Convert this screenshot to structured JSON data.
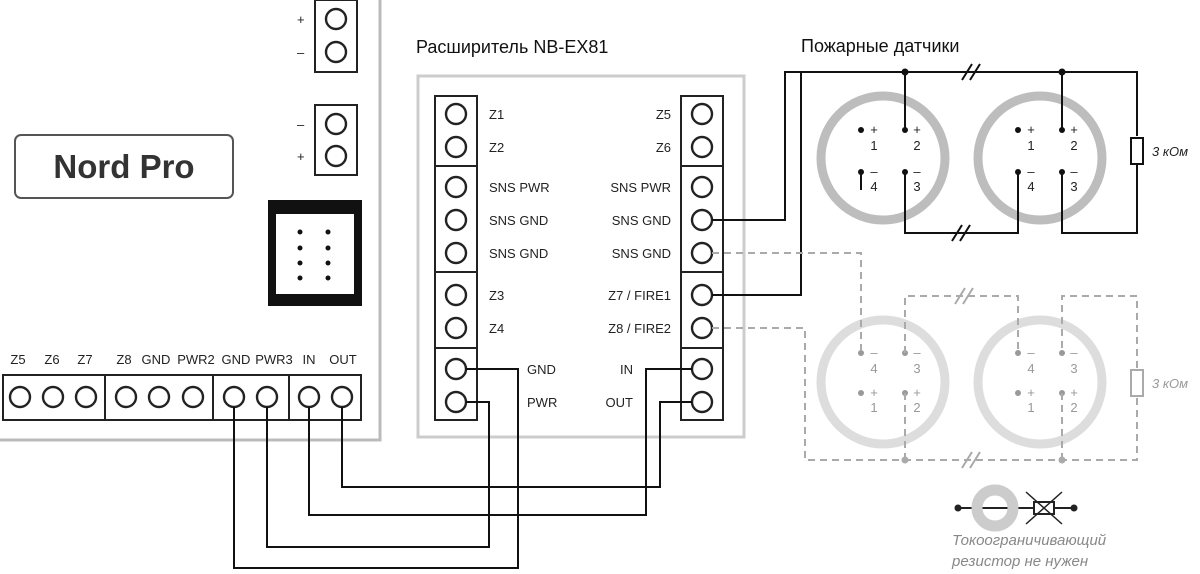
{
  "title_extender": "Расширитель NB-EX81",
  "title_sensors": "Пожарные датчики",
  "controller_logo": "Nord Pro",
  "top_terminals": {
    "pair1": [
      "+",
      "–"
    ],
    "pair2": [
      "–",
      "+"
    ]
  },
  "controller_labels": [
    "Z5",
    "Z6",
    "Z7",
    "Z8",
    "GND",
    "PWR2",
    "GND",
    "PWR3",
    "IN",
    "OUT"
  ],
  "extender_left": [
    "Z1",
    "Z2",
    "SNS PWR",
    "SNS GND",
    "SNS GND",
    "Z3",
    "Z4",
    "GND",
    "PWR"
  ],
  "extender_right": [
    "Z5",
    "Z6",
    "SNS PWR",
    "SNS GND",
    "SNS GND",
    "Z7 / FIRE1",
    "Z8 / FIRE2",
    "IN",
    "OUT"
  ],
  "sensor_top": {
    "signs": [
      "+",
      "+",
      "–",
      "–"
    ],
    "numbers": [
      "1",
      "2",
      "4",
      "3"
    ]
  },
  "sensor_bottom": {
    "signs": [
      "–",
      "–",
      "+",
      "+"
    ],
    "numbers": [
      "4",
      "3",
      "1",
      "2"
    ]
  },
  "resistor_label": "3 кОм",
  "note_line1": "Токоограничивающий",
  "note_line2": "резистор не нужен"
}
